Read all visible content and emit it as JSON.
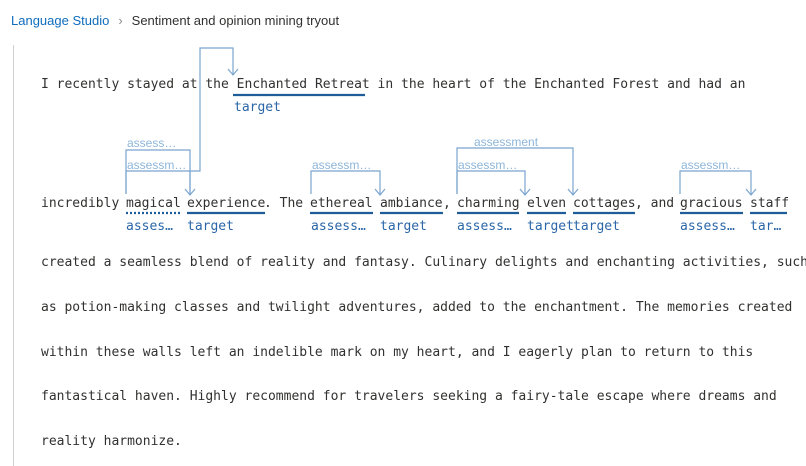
{
  "breadcrumb": {
    "root": "Language Studio",
    "current": "Sentiment and opinion mining tryout"
  },
  "colors": {
    "link": "#0f6cbd",
    "label": "#2b66a8",
    "connector": "#7aa5cf",
    "text": "#323130"
  },
  "row1": {
    "pre": "I recently stayed at the ",
    "target": "Enchanted Retreat",
    "post": " in the heart of the Enchanted Forest and had an",
    "target_label": "target"
  },
  "row2": {
    "t1": "incredibly",
    "magical": "magical",
    "experience": "experience",
    "t2": ". The",
    "ethereal": "ethereal",
    "ambiance": "ambiance",
    "t3": ",",
    "charming": "charming",
    "elven": "elven",
    "cottages": "cottages",
    "t4": ", and",
    "gracious": "gracious",
    "staff": "staff"
  },
  "row2_labels": {
    "magical": "asses…",
    "experience": "target",
    "ethereal": "assess…",
    "ambiance": "target",
    "charming": "assess…",
    "elven": "target",
    "cottages": "target",
    "gracious": "assess…",
    "staff": "tar…"
  },
  "arc_labels": {
    "a1": "assess…",
    "a2": "assessm…",
    "a3": "assessm…",
    "a4": "assessment",
    "a5": "assessm…",
    "a6": "assessm…"
  },
  "lines": [
    "created a seamless blend of reality and fantasy. Culinary delights and enchanting activities, such",
    "as potion-making classes and twilight adventures, added to the enchantment. The memories created",
    "within these walls left an indelible mark on my heart, and I eagerly plan to return to this",
    "fantastical haven. Highly recommend for travelers seeking a fairy-tale escape where dreams and",
    "reality harmonize."
  ]
}
